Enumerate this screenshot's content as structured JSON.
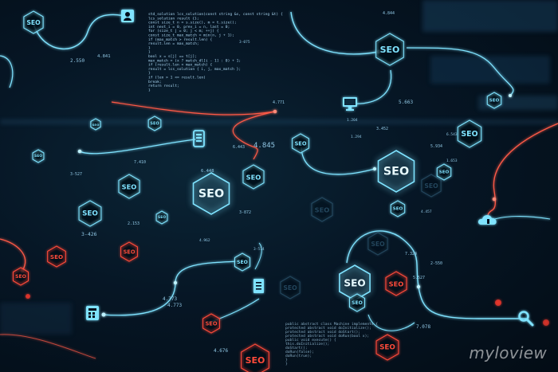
{
  "colors": {
    "cyan": "#7fe3ff",
    "blue_dim": "#3d6f8c",
    "red": "#ff4b3a"
  },
  "hex_label": "SEO",
  "icons": [
    "person-icon",
    "monitor-icon",
    "mobile-phone-icon",
    "cloud-icon",
    "document-icon",
    "calculator-icon",
    "search-icon"
  ],
  "numbers": [
    "4.841",
    "2.550",
    "3-075",
    "4.771",
    "1.204",
    "5.663",
    "3.452",
    "4.845",
    "7.410",
    "3-527",
    "6.448",
    "5.934",
    "3-426",
    "2.153",
    "3-872",
    "4.962",
    "6.543",
    "1.294",
    "4.457",
    "3-574",
    "4.773",
    "4.773",
    "7.324",
    "2-550",
    "5.527",
    "7.078",
    "4.676",
    "6.443",
    "1.653",
    "4.844"
  ],
  "code_lines": [
    "std_solution lcs_solution(const string &s, const string &t) {",
    "    lcs_solution result {};",
    "    const size_t n = s.size(), m = t.size();",
    "    int next_i = 0, prev_i = n, last = 0;",
    "    for (size_t j = 0; j < m; ++j) {",
    "        const size_t max_match = min(n, j + 1);",
    "        if (max_match > result.len) {",
    "            result.len = max_match;",
    "        }",
    "    }",
    "    bool x = s[j] == t[j];",
    "    max_match = (x ? match_dl[i - 1] : 0) + 1;",
    "    if (result.len < max_match) {",
    "        result = lcs_solution { i, j, max_match };",
    "    }",
    "    if (len > 1 <= result.len)",
    "        break;",
    "    return result;",
    "}"
  ],
  "code_lines_bottom": [
    "public abstract class Machine implements {",
    "    protected abstract void doInitialize();",
    "    protected abstract void doStart();",
    "    protected abstract void doRun(bool x);",
    "    public void execute() {",
    "        this.doInitialize();",
    "        doStart();",
    "        doRun(false);",
    "        doRun(true);",
    "    }",
    "}"
  ],
  "watermark": "myloview"
}
